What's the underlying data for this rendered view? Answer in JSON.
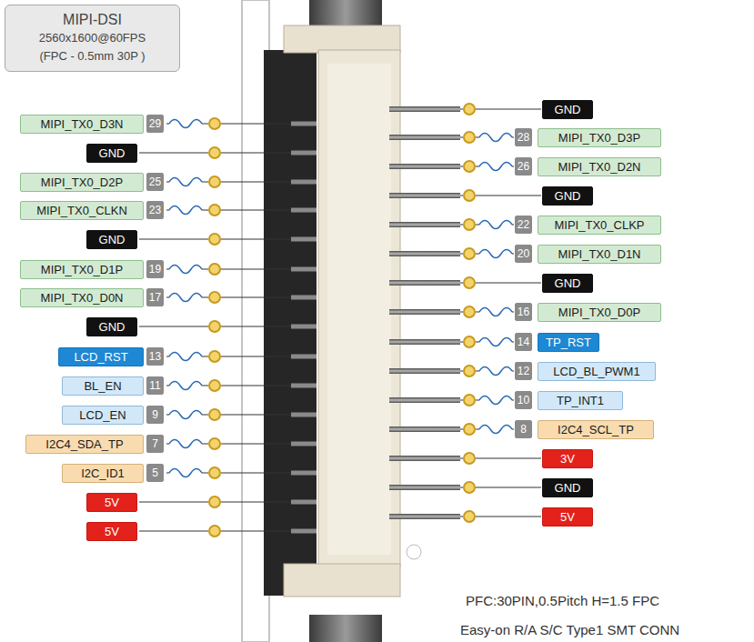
{
  "diagram": {
    "nodes": [
      {
        "text": [
          "MIPI-DSI",
          "2560x1600@60FPS",
          "(FPC - 0.5mm 30P )"
        ]
      },
      {
        "text": [
          "GND"
        ]
      },
      {
        "text": [
          "MIPI_TX0_D3N"
        ]
      },
      {
        "text": [
          "29"
        ]
      },
      {
        "text": [
          "28"
        ]
      },
      {
        "text": [
          "MIPI_TX0_D3P"
        ]
      },
      {
        "text": [
          "GND"
        ]
      },
      {
        "text": [
          "26"
        ]
      },
      {
        "text": [
          "MIPI_TX0_D2N"
        ]
      },
      {
        "text": [
          "MIPI_TX0_D2P"
        ]
      },
      {
        "text": [
          "25"
        ]
      },
      {
        "text": [
          "GND"
        ]
      },
      {
        "text": [
          "MIPI_TX0_CLKN"
        ]
      },
      {
        "text": [
          "23"
        ]
      },
      {
        "text": [
          "22"
        ]
      },
      {
        "text": [
          "MIPI_TX0_CLKP"
        ]
      },
      {
        "text": [
          "GND"
        ]
      },
      {
        "text": [
          "20"
        ]
      },
      {
        "text": [
          "MIPI_TX0_D1N"
        ]
      },
      {
        "text": [
          "MIPI_TX0_D1P"
        ]
      },
      {
        "text": [
          "19"
        ]
      },
      {
        "text": [
          "GND"
        ]
      },
      {
        "text": [
          "MIPI_TX0_D0N"
        ]
      },
      {
        "text": [
          "17"
        ]
      },
      {
        "text": [
          "16"
        ]
      },
      {
        "text": [
          "MIPI_TX0_D0P"
        ]
      },
      {
        "text": [
          "GND"
        ]
      },
      {
        "text": [
          "14"
        ]
      },
      {
        "text": [
          "TP_RST"
        ]
      },
      {
        "text": [
          "LCD_RST"
        ]
      },
      {
        "text": [
          "13"
        ]
      },
      {
        "text": [
          "12"
        ]
      },
      {
        "text": [
          "LCD_BL_PWM1"
        ]
      },
      {
        "text": [
          "BL_EN"
        ]
      },
      {
        "text": [
          "11"
        ]
      },
      {
        "text": [
          "10"
        ]
      },
      {
        "text": [
          "TP_INT1"
        ]
      },
      {
        "text": [
          "LCD_EN"
        ]
      },
      {
        "text": [
          "9"
        ]
      },
      {
        "text": [
          "8"
        ]
      },
      {
        "text": [
          "I2C4_SCL_TP"
        ]
      },
      {
        "text": [
          "I2C4_SDA_TP"
        ]
      },
      {
        "text": [
          "7"
        ]
      },
      {
        "text": [
          "3V"
        ]
      },
      {
        "text": [
          "I2C_ID1"
        ]
      },
      {
        "text": [
          "5"
        ]
      },
      {
        "text": [
          "GND"
        ]
      },
      {
        "text": [
          "5V"
        ]
      },
      {
        "text": [
          "5V"
        ]
      },
      {
        "text": [
          "5V"
        ]
      }
    ],
    "labels": [
      "PFC:30PIN,0.5Pitch H=1.5 FPC",
      "Easy-on R/A S/C Type1 SMT CONN"
    ]
  }
}
